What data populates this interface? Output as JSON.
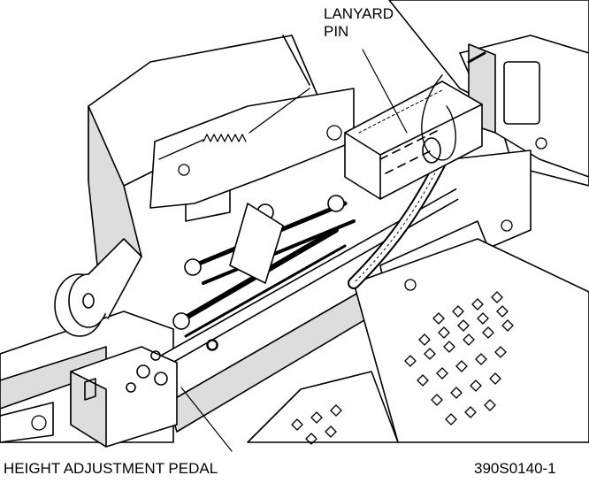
{
  "labels": {
    "lanyard_pin_line1": "LANYARD",
    "lanyard_pin_line2": "PIN",
    "height_adjustment_pedal": "HEIGHT ADJUSTMENT PEDAL",
    "figure_id": "390S0140-1"
  },
  "colors": {
    "ink": "#000000",
    "paper": "#ffffff",
    "shade": "#dddddd"
  }
}
